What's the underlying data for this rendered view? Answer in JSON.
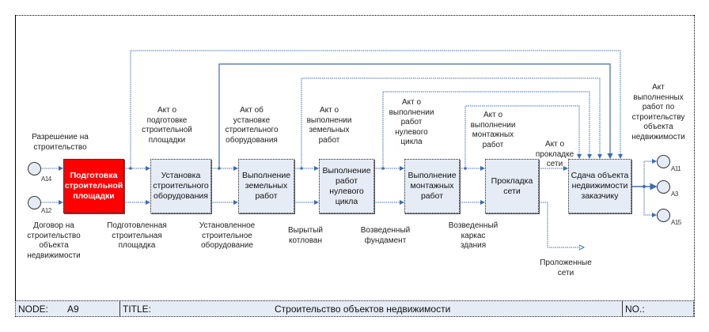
{
  "colors": {
    "arrow": "#3a6db5",
    "activity_fill": "#e6ecf6",
    "highlight_fill": "#ff0000",
    "footer_fill": "#e6ecf6"
  },
  "activities": [
    {
      "id": "a1",
      "label": "Подготовка\nстроительной\nплощадки",
      "highlighted": true
    },
    {
      "id": "a2",
      "label": "Установка\nстроительного\nоборудования",
      "highlighted": false
    },
    {
      "id": "a3",
      "label": "Выполнение\nземельных\nработ",
      "highlighted": false
    },
    {
      "id": "a4",
      "label": "Выполнение\nработ\nнулевого\nцикла",
      "highlighted": false
    },
    {
      "id": "a5",
      "label": "Выполнение\nмонтажных\nработ",
      "highlighted": false
    },
    {
      "id": "a6",
      "label": "Прокладка\nсети",
      "highlighted": false
    },
    {
      "id": "a7",
      "label": "Сдача объекта\nнедвижимости\nзаказчику",
      "highlighted": false
    }
  ],
  "inputs": [
    {
      "tunnel": "A14",
      "label": "Разрешение на\nстроительство"
    },
    {
      "tunnel": "A12",
      "label": "Договор на\nстроительство\nобъекта\nнедвижимости"
    }
  ],
  "outputs_top": [
    "Акт о\nподготовке\nстроительной\nплощадки",
    "Акт об\nустановке\nстроительного\nоборудования",
    "Акт о\nвыполнении\nземельных\nработ",
    "Акт о\nвыполнении\nработ\nнулевого\nцикла",
    "Акт о\nвыполнении\nмонтажных\nработ",
    "Акт о\nпрокладке\nсети"
  ],
  "outputs_bottom": [
    "Подготовленная\nстроительная\nплощадка",
    "Установленное\nстроительное\nоборудование",
    "Вырытый\nкотлован",
    "Возведенный\nфундамент",
    "Возведенный\nкаркас\nздания",
    "Проложенные\nсети"
  ],
  "final_output": {
    "label": "Акт\nвыполненных\nработ по\nстроительству\nобъекта\nнедвижимости",
    "tunnels": [
      "A11",
      "A3",
      "A15"
    ]
  },
  "footer": {
    "node_label": "NODE:",
    "node_value": "A9",
    "title_label": "TITLE:",
    "title_value": "Строительство объектов недвижимости",
    "no_label": "NO.:"
  }
}
